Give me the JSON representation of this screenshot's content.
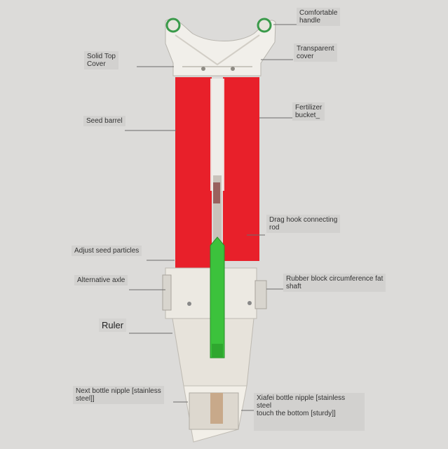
{
  "labels": {
    "comfortable_handle": "Comfortable\nhandle",
    "solid_top_cover": "Solid Top\nCover",
    "transparent_cover": "Transparent\ncover",
    "seed_barrel": "Seed barrel",
    "fertilizer_bucket": "Fertilizer\nbucket_",
    "drag_hook": "Drag hook connecting\nrod",
    "adjust_seed": "Adjust seed particles",
    "alternative_axle": "Alternative axle",
    "rubber_block": "Rubber block circumference fat\nshaft",
    "ruler": "Ruler",
    "next_bottle": "Next bottle nipple [stainless\nsteel]]",
    "xiafei_bottle": "Xiafei bottle nipple [stainless steel\ntouch the bottom [sturdy]]"
  },
  "colors": {
    "background": "#dcdbd9",
    "barrel_red": "#e8202a",
    "ruler_green": "#3cc23c",
    "metal": "#ece9e2",
    "handle_green": "#3a9a4a"
  }
}
